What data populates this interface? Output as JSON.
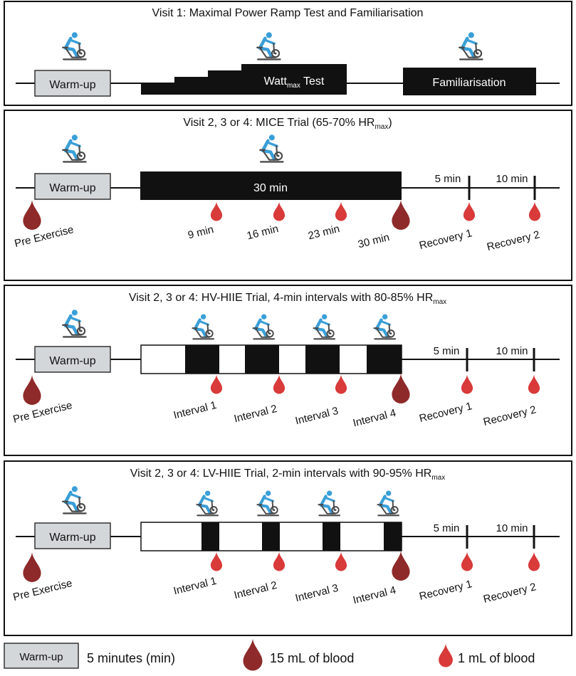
{
  "colors": {
    "drop_large": "#8e2a2a",
    "drop_small": "#d93a3a",
    "bike": "#3a9fd8",
    "block": "#111111",
    "warmup_fill": "#d4d7da"
  },
  "icons": {
    "bike": "stationary-bike-icon",
    "drop_large": "blood-drop-large-icon",
    "drop_small": "blood-drop-small-icon"
  },
  "common": {
    "warmup": "Warm-up",
    "pre": "Pre Exercise",
    "five": "5 min",
    "ten": "10 min",
    "rec1": "Recovery 1",
    "rec2": "Recovery 2"
  },
  "visit1": {
    "title": "Visit 1: Maximal Power Ramp Test and Familiarisation",
    "watt_base": "Watt",
    "watt_sub": "max",
    "watt_rest": " Test",
    "familiarisation": "Familiarisation"
  },
  "visit2": {
    "title_main": "Visit 2, 3 or 4: MICE Trial (65-70% HR",
    "title_sub": "max",
    "title_end": ")",
    "block": "30 min",
    "samples": [
      "9 min",
      "16 min",
      "23 min",
      "30 min"
    ]
  },
  "visit3": {
    "title_main": "Visit 2, 3 or 4: HV-HIIE Trial,  4-min intervals with 80-85% HR",
    "title_sub": "max",
    "intervals": [
      "Interval 1",
      "Interval 2",
      "Interval 3",
      "Interval 4"
    ]
  },
  "visit4": {
    "title_main": "Visit 2, 3 or 4: LV-HIIE Trial, 2-min intervals with 90-95% HR",
    "title_sub": "max",
    "intervals": [
      "Interval 1",
      "Interval 2",
      "Interval 3",
      "Interval 4"
    ]
  },
  "legend": {
    "warmup": "Warm-up",
    "duration": "5 minutes (min)",
    "large": "15 mL of blood",
    "small": "1 mL of blood"
  }
}
